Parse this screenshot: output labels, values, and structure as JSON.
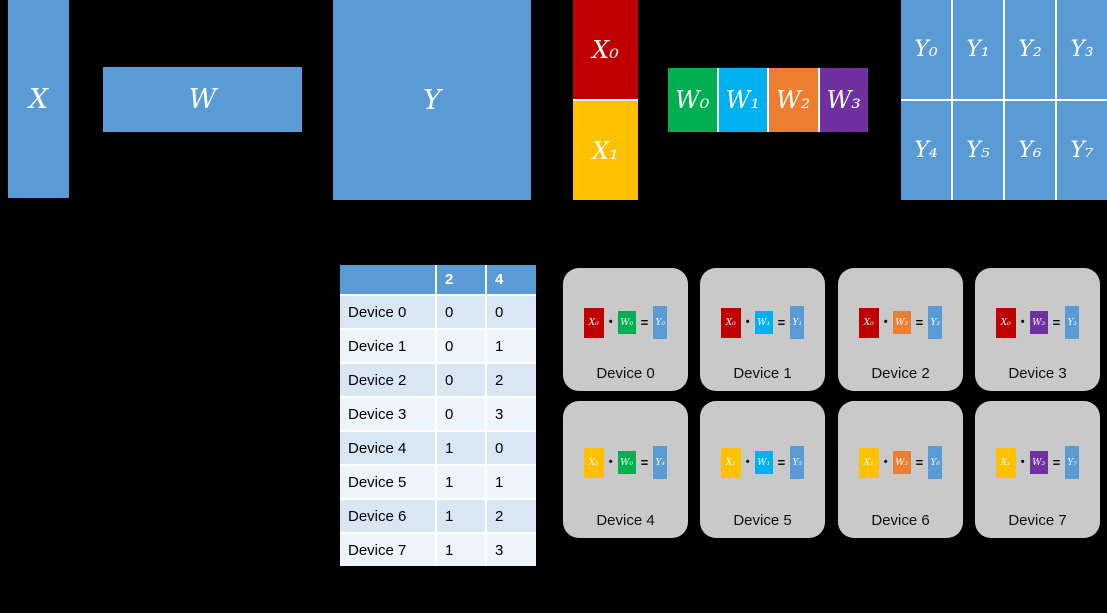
{
  "colors": {
    "blue": "#5B9BD5",
    "red": "#C00000",
    "gold": "#FFC000",
    "green": "#00B050",
    "cyan": "#00B0F0",
    "orange": "#ED7D31",
    "purple": "#7030A0",
    "card_gray": "#C9C9C9",
    "table_header": "#5B9BD5",
    "row_band_dark": "#D9E7F5",
    "row_band_light": "#EEF4FB"
  },
  "figure": {
    "x_label": "X",
    "w_label": "W",
    "y_label": "Y",
    "x_shards": [
      {
        "label": "X₀",
        "color": "#C00000"
      },
      {
        "label": "X₁",
        "color": "#FFC000"
      }
    ],
    "w_shards": [
      {
        "label": "W₀",
        "color": "#00B050"
      },
      {
        "label": "W₁",
        "color": "#00B0F0"
      },
      {
        "label": "W₂",
        "color": "#ED7D31"
      },
      {
        "label": "W₃",
        "color": "#7030A0"
      }
    ],
    "y_shards": [
      {
        "label": "Y₀"
      },
      {
        "label": "Y₁"
      },
      {
        "label": "Y₂"
      },
      {
        "label": "Y₃"
      },
      {
        "label": "Y₄"
      },
      {
        "label": "Y₅"
      },
      {
        "label": "Y₆"
      },
      {
        "label": "Y₇"
      }
    ]
  },
  "table": {
    "headers": [
      "",
      "2",
      "4"
    ],
    "rows": [
      [
        "Device 0",
        "0",
        "0"
      ],
      [
        "Device 1",
        "0",
        "1"
      ],
      [
        "Device 2",
        "0",
        "2"
      ],
      [
        "Device 3",
        "0",
        "3"
      ],
      [
        "Device 4",
        "1",
        "0"
      ],
      [
        "Device 5",
        "1",
        "1"
      ],
      [
        "Device 6",
        "1",
        "2"
      ],
      [
        "Device 7",
        "1",
        "3"
      ]
    ]
  },
  "ops": {
    "dot": "•",
    "eq": "="
  },
  "devices": [
    {
      "name": "Device 0",
      "x_label": "X₀",
      "x_color": "#C00000",
      "w_label": "W₀",
      "w_color": "#00B050",
      "y_label": "Y₀",
      "y_color": "#5B9BD5"
    },
    {
      "name": "Device 1",
      "x_label": "X₀",
      "x_color": "#C00000",
      "w_label": "W₁",
      "w_color": "#00B0F0",
      "y_label": "Y₁",
      "y_color": "#5B9BD5"
    },
    {
      "name": "Device 2",
      "x_label": "X₀",
      "x_color": "#C00000",
      "w_label": "W₂",
      "w_color": "#ED7D31",
      "y_label": "Y₂",
      "y_color": "#5B9BD5"
    },
    {
      "name": "Device 3",
      "x_label": "X₀",
      "x_color": "#C00000",
      "w_label": "W₃",
      "w_color": "#7030A0",
      "y_label": "Y₃",
      "y_color": "#5B9BD5"
    },
    {
      "name": "Device 4",
      "x_label": "X₁",
      "x_color": "#FFC000",
      "w_label": "W₀",
      "w_color": "#00B050",
      "y_label": "Y₄",
      "y_color": "#5B9BD5"
    },
    {
      "name": "Device 5",
      "x_label": "X₁",
      "x_color": "#FFC000",
      "w_label": "W₁",
      "w_color": "#00B0F0",
      "y_label": "Y₅",
      "y_color": "#5B9BD5"
    },
    {
      "name": "Device 6",
      "x_label": "X₁",
      "x_color": "#FFC000",
      "w_label": "W₂",
      "w_color": "#ED7D31",
      "y_label": "Y₆",
      "y_color": "#5B9BD5"
    },
    {
      "name": "Device 7",
      "x_label": "X₁",
      "x_color": "#FFC000",
      "w_label": "W₃",
      "w_color": "#7030A0",
      "y_label": "Y₇",
      "y_color": "#5B9BD5"
    }
  ]
}
